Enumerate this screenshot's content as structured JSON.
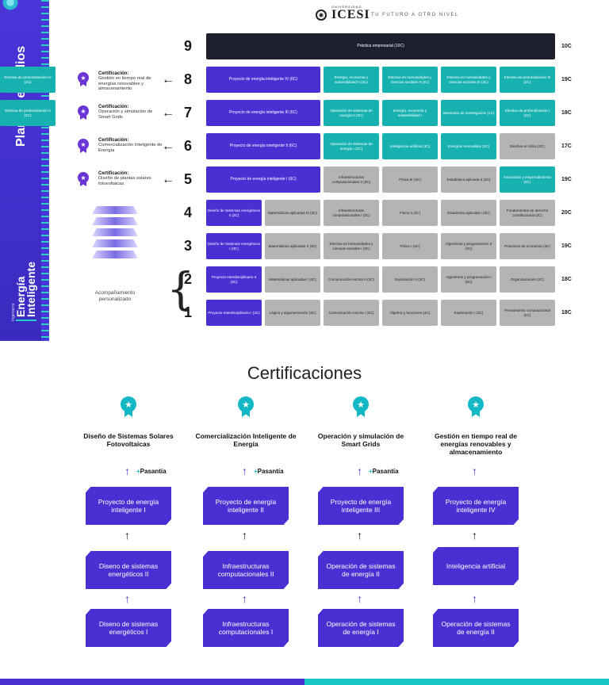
{
  "side": {
    "title": "Plan de estudios",
    "logo_small": "Ingeniería",
    "logo_line1": "Energía",
    "logo_line2": "Inteligente"
  },
  "header": {
    "brand_small": "UNIVERSIDAD",
    "brand": "ICESI",
    "tagline": "TU FUTURO A OTRO NIVEL"
  },
  "colors": {
    "purple": "#4a2fd3",
    "teal": "#17b2b0",
    "gray": "#b4b4b4",
    "dark": "#1c1f2d"
  },
  "semesters": [
    {
      "num": "9",
      "credits": "10C",
      "cells": [
        {
          "text": "Práctica empresarial (10C)",
          "color": "dark",
          "span": 6
        }
      ]
    },
    {
      "num": "8",
      "credits": "19C",
      "cells": [
        {
          "text": "Proyecto de energía inteligente IV (6C)",
          "color": "purple",
          "span": 2
        },
        {
          "text": "Energía, economía y sostenibilidad II (2C)",
          "color": "teal"
        },
        {
          "text": "Electiva en humanidades y ciencias sociales II (3C)",
          "color": "teal"
        },
        {
          "text": "Electiva en humanidades y ciencias sociales III (3C)",
          "color": "teal"
        },
        {
          "text": "Electiva de profundización III (2C)",
          "color": "teal"
        },
        {
          "text": "Electiva de profundización IV (2C)",
          "color": "teal"
        }
      ]
    },
    {
      "num": "7",
      "credits": "18C",
      "cells": [
        {
          "text": "Proyecto de energía inteligente III (6C)",
          "color": "purple",
          "span": 2
        },
        {
          "text": "Operación de sistemas de energía II (3C)",
          "color": "teal"
        },
        {
          "text": "Energía, economía y sostenibilidad I",
          "color": "teal"
        },
        {
          "text": "Seminario de investigación (1C)",
          "color": "teal"
        },
        {
          "text": "Electiva de profundización I (2C)",
          "color": "teal"
        },
        {
          "text": "Electiva de profundización II (2C)",
          "color": "teal"
        }
      ]
    },
    {
      "num": "6",
      "credits": "17C",
      "cells": [
        {
          "text": "Proyecto de energía inteligente II (6C)",
          "color": "purple",
          "span": 2
        },
        {
          "text": "Operación de sistemas de energía I (3C)",
          "color": "teal"
        },
        {
          "text": "Inteligencia artificial (3C)",
          "color": "teal"
        },
        {
          "text": "Energías renovables (3C)",
          "color": "teal"
        },
        {
          "text": "Electiva en ética (2C)",
          "color": "gray"
        }
      ]
    },
    {
      "num": "5",
      "credits": "19C",
      "cells": [
        {
          "text": "Proyecto de energía inteligente I (6C)",
          "color": "purple",
          "span": 2
        },
        {
          "text": "Infraestructuras computacionales II (3C)",
          "color": "gray"
        },
        {
          "text": "Física III (4C)",
          "color": "gray"
        },
        {
          "text": "Estadística aplicada II (3C)",
          "color": "gray"
        },
        {
          "text": "Innovación y emprendimiento (3C)",
          "color": "teal"
        }
      ]
    },
    {
      "num": "4",
      "credits": "20C",
      "cells": [
        {
          "text": "Diseño de Sistemas energéticos II (3C)",
          "color": "purple"
        },
        {
          "text": "Matemáticas aplicadas III (4C)",
          "color": "gray"
        },
        {
          "text": "Infraestructuras computacionales I (3C)",
          "color": "gray"
        },
        {
          "text": "Física II (4C)",
          "color": "gray"
        },
        {
          "text": "Estadística aplicada I (3C)",
          "color": "gray"
        },
        {
          "text": "Fundamentos de derecho constitucional (3C)",
          "color": "gray"
        }
      ]
    },
    {
      "num": "3",
      "credits": "19C",
      "cells": [
        {
          "text": "Diseño de Sistemas energéticos I (3C)",
          "color": "purple"
        },
        {
          "text": "Matemáticas aplicadas II (3C)",
          "color": "gray"
        },
        {
          "text": "Electiva en humanidades y ciencias sociales I (3C)",
          "color": "gray"
        },
        {
          "text": "Física I (4C)",
          "color": "gray"
        },
        {
          "text": "Algoritmos y programación II (3C)",
          "color": "gray"
        },
        {
          "text": "Principios de economía (3C)",
          "color": "gray"
        }
      ]
    },
    {
      "num": "2",
      "credits": "18C",
      "cells": [
        {
          "text": "Proyecto Interdisciplinario II (3C)",
          "color": "purple"
        },
        {
          "text": "Matemáticas aplicadas I (4C)",
          "color": "gray"
        },
        {
          "text": "Comunicación escrita II (3C)",
          "color": "gray"
        },
        {
          "text": "Exploración II (3C)",
          "color": "gray"
        },
        {
          "text": "Algoritmos y programación I (3C)",
          "color": "gray"
        },
        {
          "text": "Organizaciones (2C)",
          "color": "gray"
        }
      ]
    },
    {
      "num": "1",
      "credits": "18C",
      "cells": [
        {
          "text": "Proyecto Interdisciplinario I (3C)",
          "color": "purple"
        },
        {
          "text": "Lógica y argumentación (3C)",
          "color": "gray"
        },
        {
          "text": "Comunicación escrita I (3C)",
          "color": "gray"
        },
        {
          "text": "Álgebra y funciones (4C)",
          "color": "gray"
        },
        {
          "text": "Exploración I (3C)",
          "color": "gray"
        },
        {
          "text": "Pensamiento computacional (2C)",
          "color": "gray"
        }
      ]
    }
  ],
  "grid_certs": [
    {
      "row": "8",
      "label": "Certificación:",
      "text": "Gestión en tiempo real de energías renovables y almacenamiento"
    },
    {
      "row": "7",
      "label": "Certificación:",
      "text": "Operación y simulación de Smart Grids"
    },
    {
      "row": "6",
      "label": "Certificación:",
      "text": "Comercialización Inteligente de Energía"
    },
    {
      "row": "5",
      "label": "Certificación:",
      "text": "Diseño de plantas solares fotovoltaicas"
    }
  ],
  "accompaniment": "Acompañamiento personalizado",
  "certifications": {
    "title": "Certificaciones",
    "pasantia": "Pasantía",
    "columns": [
      {
        "title": "Diseño de Sistemas Solares Fotovoltaicas",
        "has_pasantia": true,
        "boxes": [
          "Proyecto de energía inteligente I",
          "Diseno de sistemas energéticos II",
          "Diseno de sistemas energéticos I"
        ]
      },
      {
        "title": "Comercialización Inteligente de Energía",
        "has_pasantia": true,
        "boxes": [
          "Proyecto de energía inteligente II",
          "Infraestructuras computacionales II",
          "Infraestructuras computacionales I"
        ]
      },
      {
        "title": "Operación y simulación de Smart Grids",
        "has_pasantia": true,
        "boxes": [
          "Proyecto de energía inteligente III",
          "Operación de sistemas de energía II",
          "Operación de sistemas de energía I"
        ]
      },
      {
        "title": "Gestión en tiempo real de energías renovables y almacenamiento",
        "has_pasantia": false,
        "boxes": [
          "Proyecto de energía inteligente IV",
          "Inteligencia artificial",
          "Operación de sistemas de energía II"
        ]
      }
    ]
  }
}
